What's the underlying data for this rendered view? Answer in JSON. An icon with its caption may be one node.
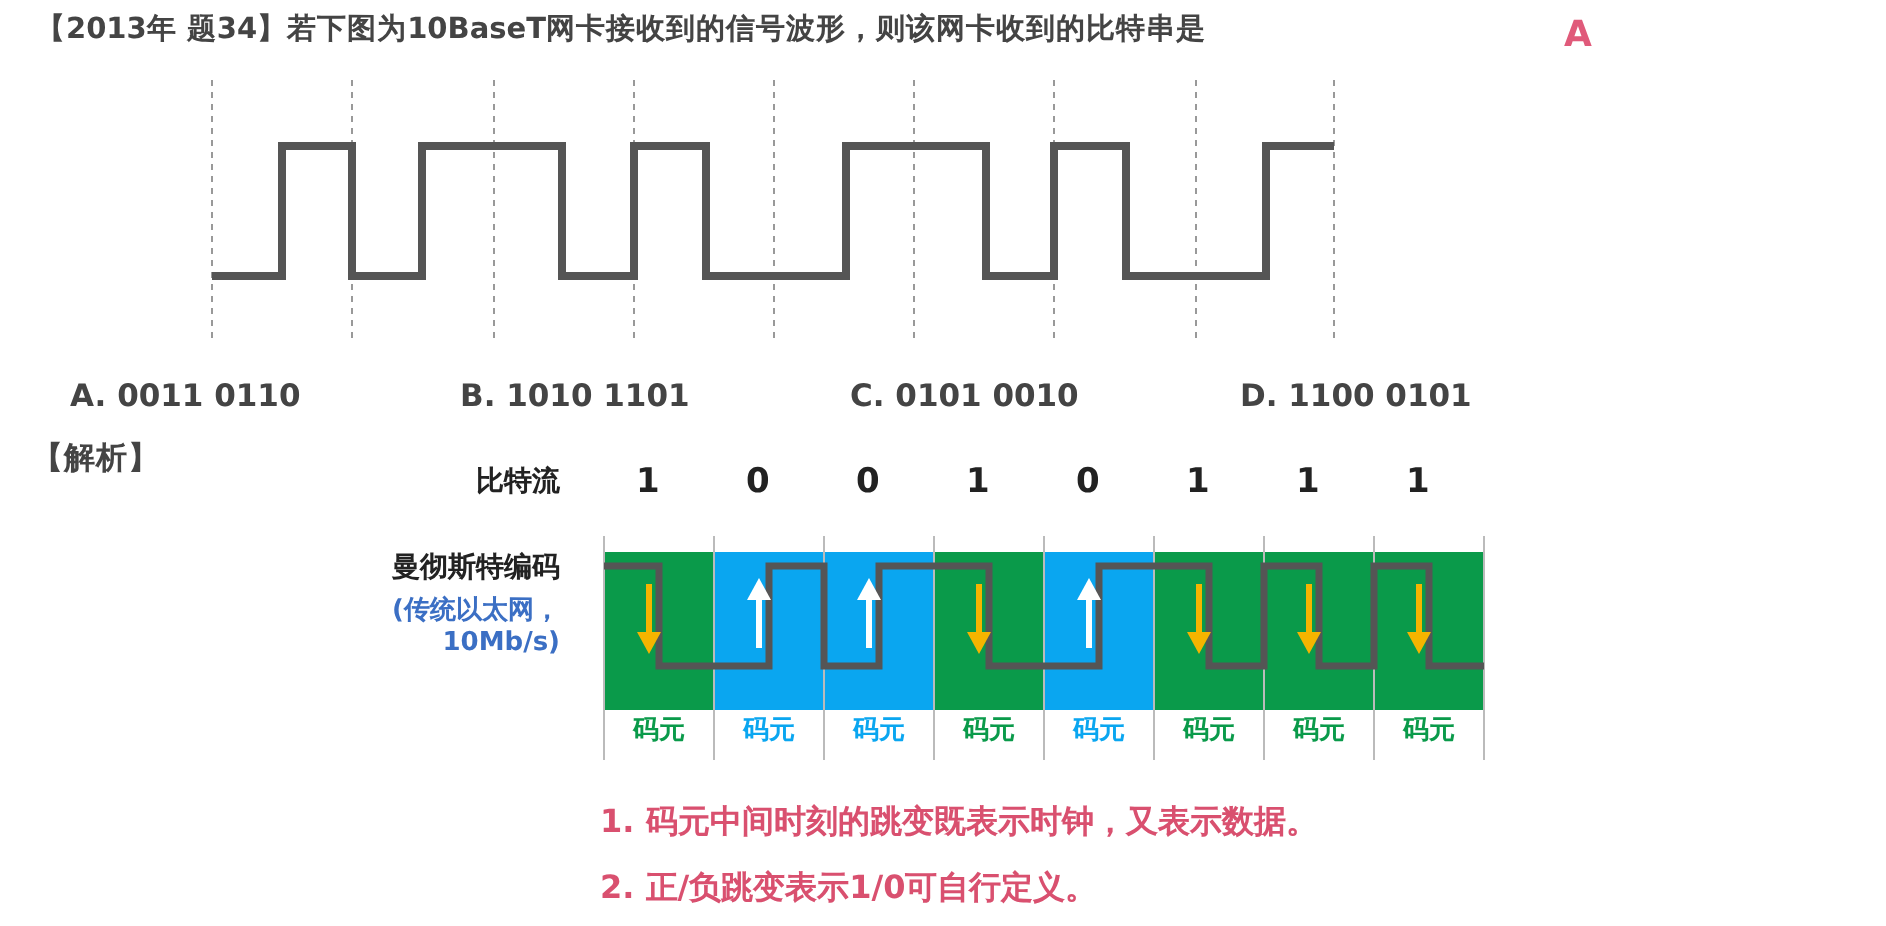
{
  "diagram": {
    "nodes": [
      {
        "text": [
          "码元"
        ]
      },
      {
        "text": [
          "码元"
        ]
      },
      {
        "text": [
          "码元"
        ]
      },
      {
        "text": [
          "码元"
        ]
      },
      {
        "text": [
          "码元"
        ]
      },
      {
        "text": [
          "码元"
        ]
      },
      {
        "text": [
          "码元"
        ]
      },
      {
        "text": [
          "码元"
        ]
      }
    ],
    "labels": [
      "【2013年 题34】若下图为10BaseT网卡接收到的信号波形，则该网卡收到的比特串是",
      "A",
      "A. 0011 0110",
      "B. 1010 1101",
      "C. 0101 0010",
      "D. 1100 0101",
      "【解析】",
      "比特流",
      "1",
      "0",
      "0",
      "1",
      "0",
      "1",
      "1",
      "1",
      "曼彻斯特编码",
      "(传统以太网，10Mb/s)",
      "1. 码元中间时刻的跳变既表示时钟，又表示数据。",
      "2. 正/负跳变表示1/0可自行定义。"
    ]
  }
}
